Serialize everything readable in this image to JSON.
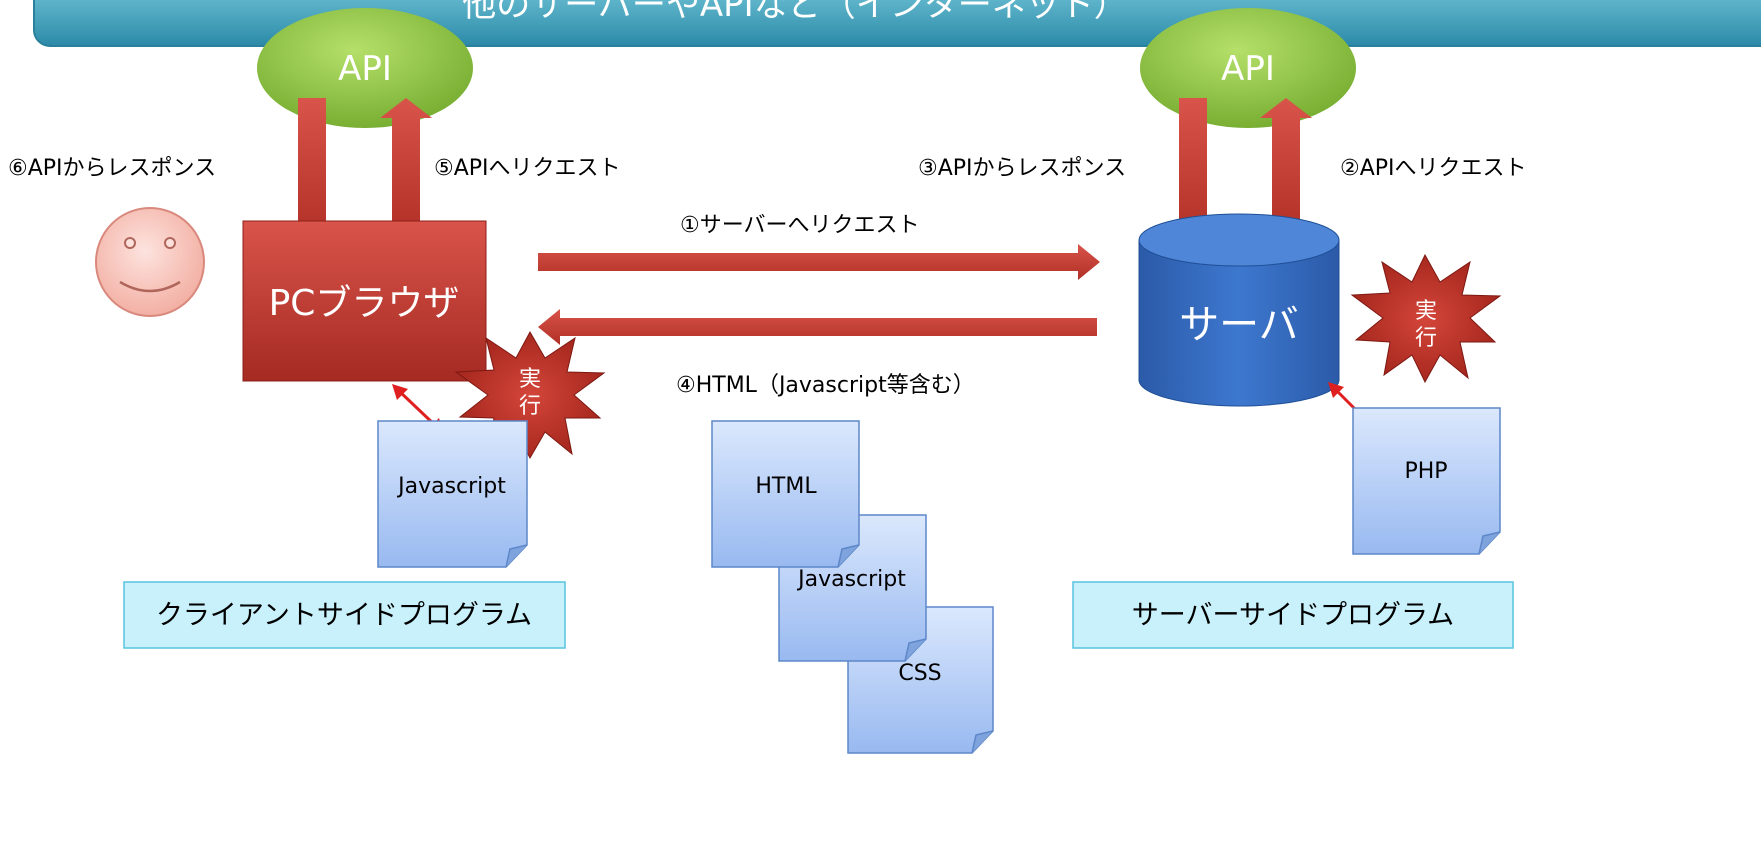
{
  "banner": {
    "title": "他のサーバーやAPIなど（インターネット）"
  },
  "client": {
    "api_label": "API",
    "browser_label": "PCブラウザ",
    "response_label": "⑥APIからレスポンス",
    "request_label": "⑤APIへリクエスト",
    "exec_label_line1": "実",
    "exec_label_line2": "行",
    "script_doc": "Javascript",
    "program_box": "クライアントサイドプログラム"
  },
  "server": {
    "api_label": "API",
    "server_label": "サーバ",
    "response_label": "③APIからレスポンス",
    "request_label": "②APIへリクエスト",
    "exec_label_line1": "実",
    "exec_label_line2": "行",
    "script_doc": "PHP",
    "program_box": "サーバーサイドプログラム"
  },
  "flows": {
    "request_label": "①サーバーへリクエスト",
    "response_label": "④HTML（Javascript等含む）"
  },
  "documents": [
    "HTML",
    "Javascript",
    "CSS"
  ],
  "colors": {
    "banner_top": "#6cc3d6",
    "banner_bottom": "#2f90ad",
    "api_green": "#8cc63f",
    "browser_red": "#c0392b",
    "arrow_red": "#c0392b",
    "server_blue": "#2e63b5",
    "doc_blue": "#a9c6f5",
    "program_box_fill": "#c9f1fb"
  }
}
